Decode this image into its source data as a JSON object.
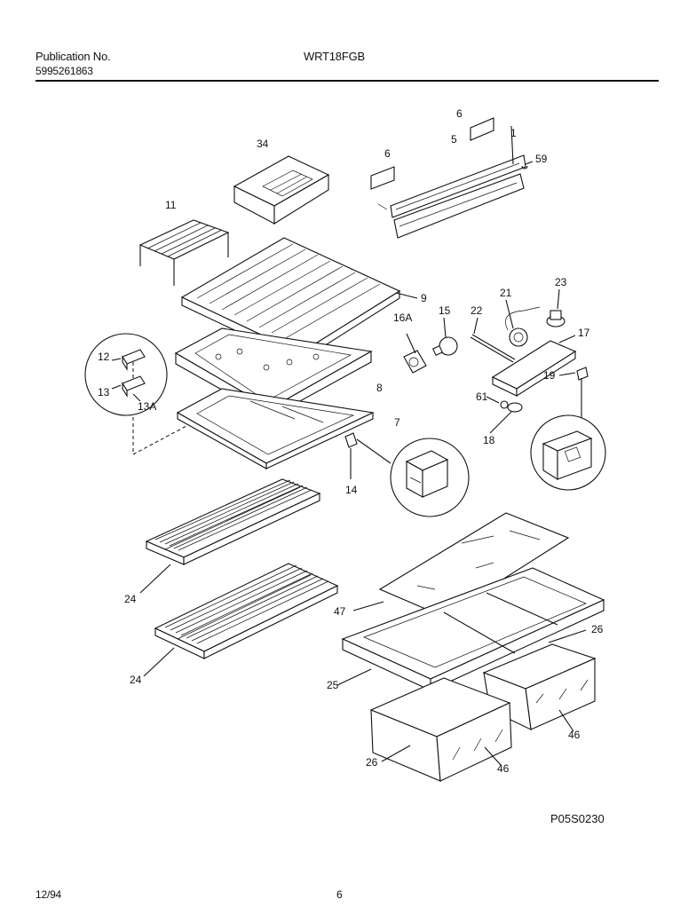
{
  "header": {
    "publication_label": "Publication No.",
    "publication_number": "5995261863",
    "model": "WRT18FGB"
  },
  "diagram": {
    "callouts": {
      "c1": "1",
      "c5": "5",
      "c6a": "6",
      "c6b": "6",
      "c59": "59",
      "c34": "34",
      "c11": "11",
      "c9": "9",
      "c16a": "16A",
      "c15": "15",
      "c22": "22",
      "c21": "21",
      "c23": "23",
      "c17": "17",
      "c12": "12",
      "c13": "13",
      "c13a": "13A",
      "c8": "8",
      "c7": "7",
      "c61": "61",
      "c19": "19",
      "c18": "18",
      "c14": "14",
      "c24a": "24",
      "c24b": "24",
      "c47": "47",
      "c26a": "26",
      "c25": "25",
      "c46a": "46",
      "c26b": "26",
      "c46b": "46"
    },
    "figure_code": "P05S0230"
  },
  "footer": {
    "date": "12/94",
    "page": "6"
  }
}
